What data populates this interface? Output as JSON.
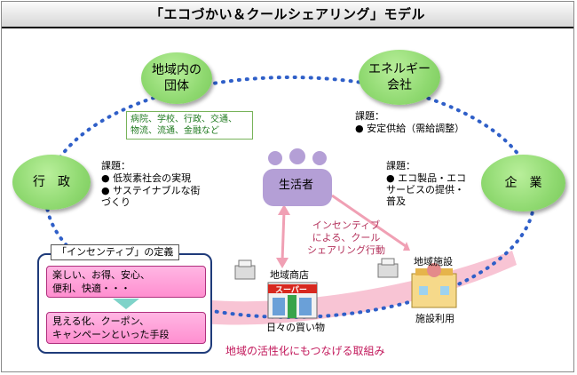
{
  "title": "「エコづかい＆クールシェアリング」モデル",
  "nodes": {
    "local_groups": "地域内の\n団体",
    "energy_company": "エネルギー\n会社",
    "gyosei": "行　政",
    "kigyo": "企　業",
    "consumer": "生活者"
  },
  "local_groups_list": "病院、学校、行政、交通、\n物流、流通、金融など",
  "issues": {
    "label": "課題：",
    "energy": [
      "安定供給（需給調整）"
    ],
    "gyosei": [
      "低炭素社会の実現",
      "サステイナブルな街\nづくり"
    ],
    "kigyo": [
      "エコ製品・エコ\nサービスの提供・\n普及"
    ]
  },
  "incentive_text": "インセンティブ\nによる、クール\nシェアリング行動",
  "local_shop": "地域商店",
  "super_sign": "スーパー",
  "daily_shopping": "日々の買い物",
  "local_facility": "地域施設",
  "facility_use": "施設利用",
  "band_label": "地域の活性化にもつなげる取組み",
  "definition": {
    "title": "「インセンティブ」の定義",
    "box1": "楽しい、お得、安心、\n便利、快適・・・",
    "box2": "見える化、クーポン、\nキャンペーンといった手段"
  },
  "colors": {
    "node_green": "#8fd970",
    "dotted_ring": "#2f5fc8",
    "person": "#b49fd6",
    "pink_band": "#f8c4d4",
    "panel_border": "#1f3b7a"
  }
}
